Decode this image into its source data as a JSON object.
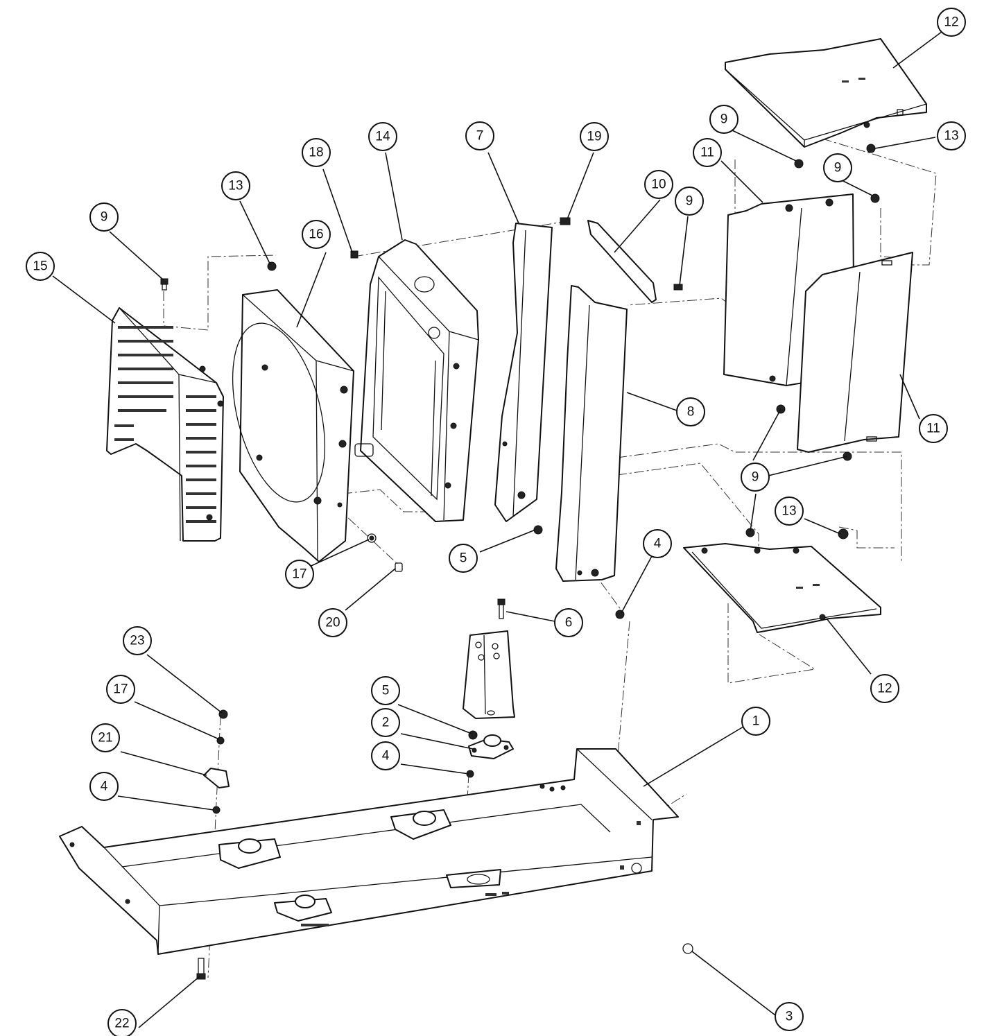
{
  "callouts": {
    "c1": "1",
    "c2": "2",
    "c3": "3",
    "c4a": "4",
    "c4b": "4",
    "c4c": "4",
    "c5a": "5",
    "c5b": "5",
    "c6": "6",
    "c7": "7",
    "c8": "8",
    "c9a": "9",
    "c9b": "9",
    "c9c": "9",
    "c9d": "9",
    "c9e": "9",
    "c10": "10",
    "c11a": "11",
    "c11b": "11",
    "c12a": "12",
    "c12b": "12",
    "c13a": "13",
    "c13b": "13",
    "c13c": "13",
    "c14": "14",
    "c15": "15",
    "c16": "16",
    "c17a": "17",
    "c17b": "17",
    "c18": "18",
    "c19": "19",
    "c20": "20",
    "c21": "21",
    "c22": "22",
    "c23": "23"
  }
}
